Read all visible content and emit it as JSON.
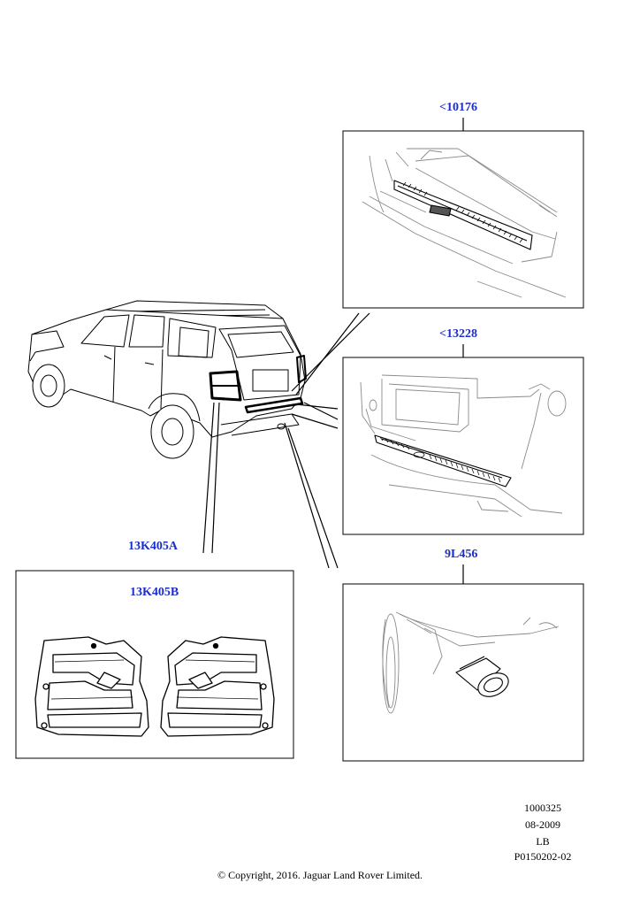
{
  "callouts": {
    "boot_sill": "<10176",
    "bumper_protector": "<13228",
    "lamp_guard_set": "13K405A",
    "lamp_guard": "13K405B",
    "exhaust_finisher": "9L456"
  },
  "footer": {
    "code": "1000325",
    "date": "08-2009",
    "region": "LB",
    "ref": "P0150202-02",
    "copyright": "© Copyright, 2016. Jaguar Land Rover Limited."
  },
  "colors": {
    "callout": "#1a2ec8",
    "line": "#000000",
    "detail_line": "#8a8a8a"
  },
  "icons": [
    "vehicle-rear-view-icon",
    "boot-sill-protector-icon",
    "rear-bumper-protector-icon",
    "tail-lamp-guard-icon",
    "exhaust-finisher-icon"
  ]
}
